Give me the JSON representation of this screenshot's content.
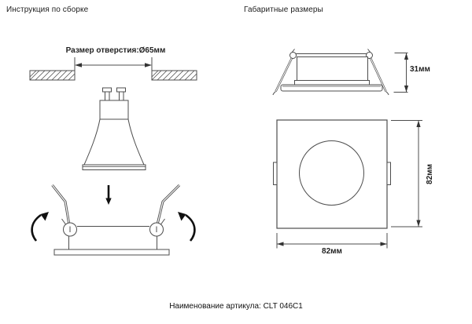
{
  "sections": {
    "assembly_instructions": {
      "title": "Инструкция по сборке"
    },
    "overall_dimensions": {
      "title": "Габаритные размеры"
    }
  },
  "diagram": {
    "hole_size_label": "Размер отверстия:Ø65мм",
    "side_view": {
      "height_label": "31мм"
    },
    "front_view": {
      "width_label": "82мм",
      "height_label": "82мм"
    }
  },
  "footer": {
    "article_label": "Наименование артикула: CLT 046C1"
  },
  "colors": {
    "line": "#4d4d4d",
    "text": "#1d1d1d",
    "arrow": "#111111",
    "background": "#ffffff"
  }
}
